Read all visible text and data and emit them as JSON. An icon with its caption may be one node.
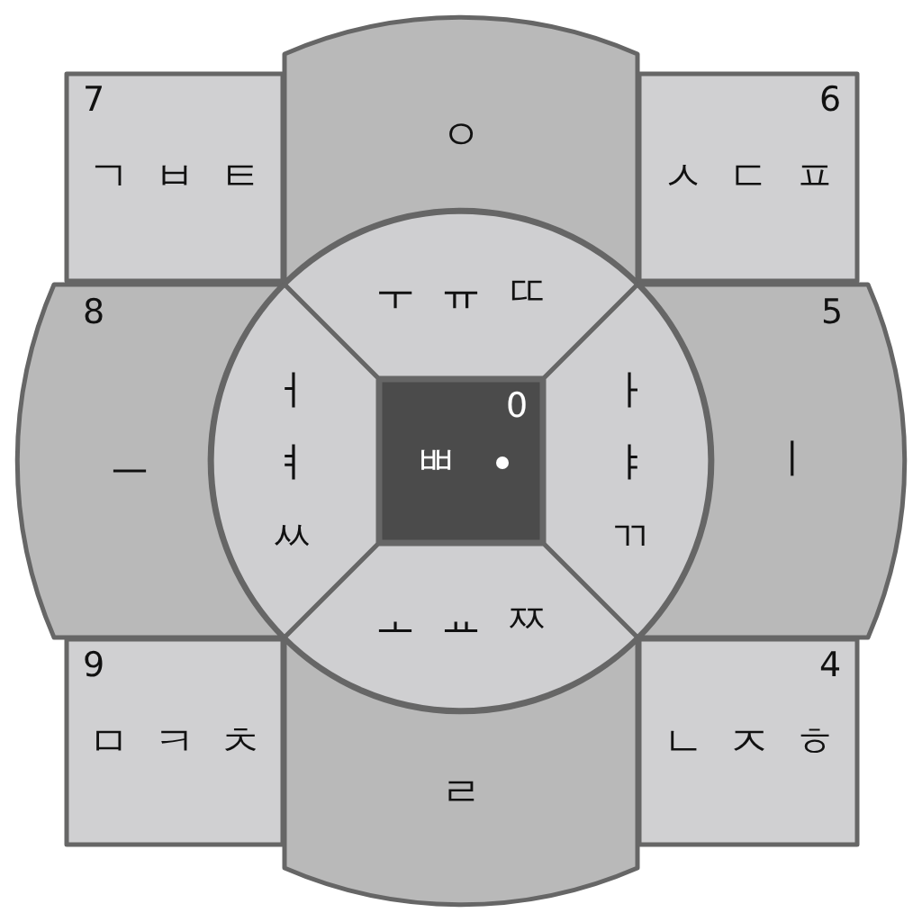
{
  "diagram": {
    "nodes": [
      {
        "text": [
          "7",
          "ㄱ ㅂ ㅌ"
        ]
      },
      {
        "text": [
          "ㅇ"
        ]
      },
      {
        "text": [
          "6",
          "ㅅ ㄷ ㅍ"
        ]
      },
      {
        "text": [
          "8",
          "ㅡ"
        ]
      },
      {
        "text": [
          "ㅜ ㅠ ㄸ"
        ]
      },
      {
        "text": [
          "ㅓㅕㅆ"
        ]
      },
      {
        "text": [
          "0",
          "ㅃ"
        ]
      },
      {
        "text": [
          "ㅏㅑㄲ"
        ]
      },
      {
        "text": [
          "5",
          "ㅣ"
        ]
      },
      {
        "text": [
          "ㅗ ㅛ ㅉ"
        ]
      },
      {
        "text": [
          "9",
          "ㅁ ㅋ ㅊ"
        ]
      },
      {
        "text": [
          "ㄹ"
        ]
      },
      {
        "text": [
          "4",
          "ㄴ ㅈ ㅎ"
        ]
      }
    ]
  }
}
